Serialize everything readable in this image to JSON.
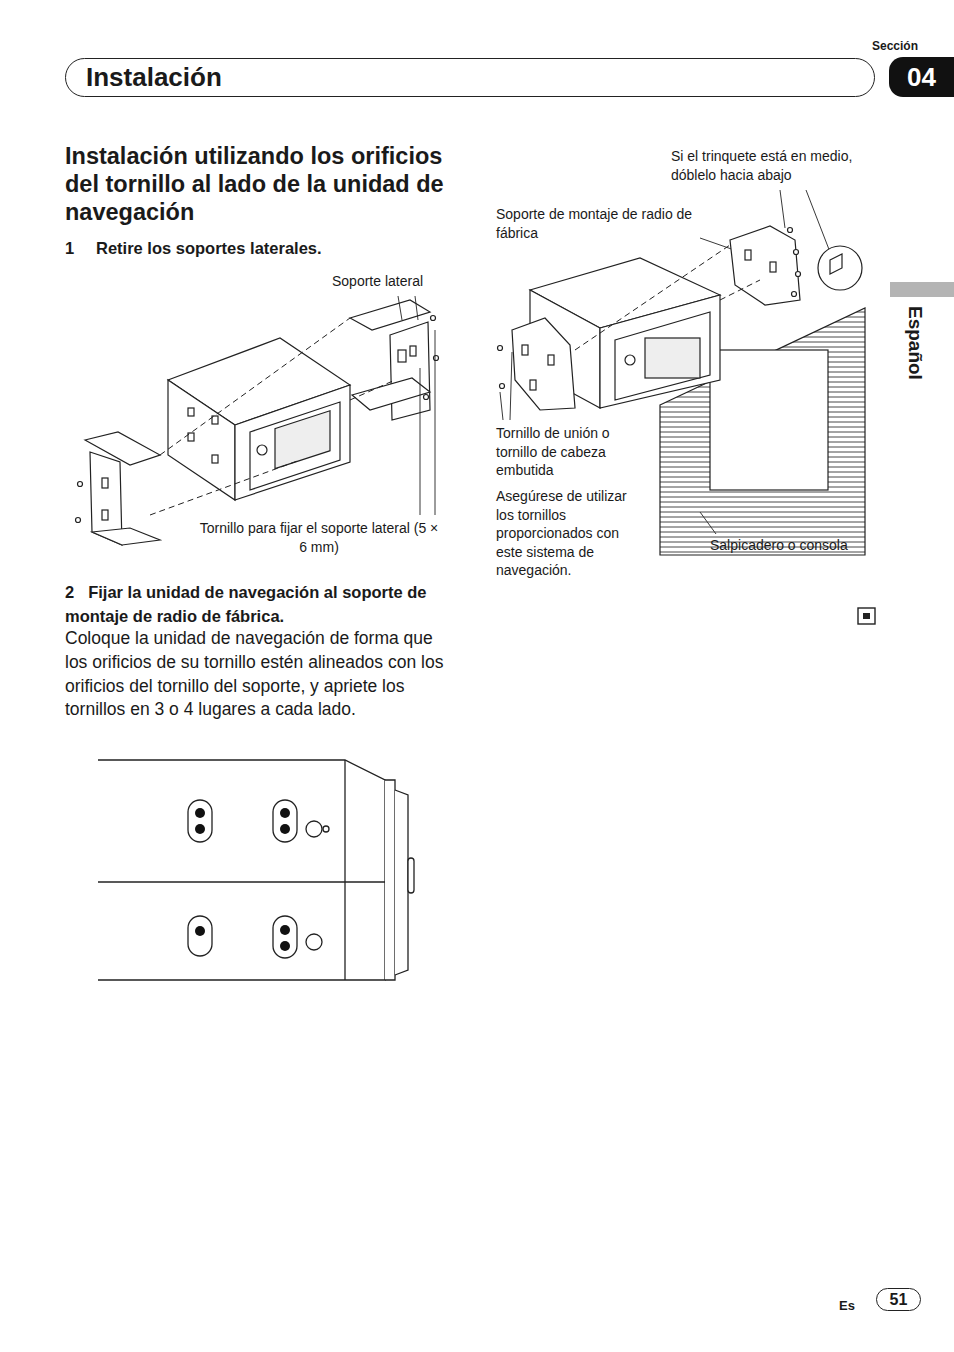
{
  "diagram": {
    "title": "Instalación utilizando los orificios del tornillo al lado de la unidad de navegación",
    "nodes": [
      {
        "text": [
          "Instalación"
        ]
      },
      {
        "text": [
          "04"
        ]
      },
      {
        "text": [
          "Español"
        ]
      },
      {
        "text": [
          "51"
        ]
      }
    ],
    "labels": [
      "Sección",
      "1",
      "Retire los soportes laterales.",
      "Soporte lateral",
      "Tornillo para fijar el soporte lateral (5 × 6 mm)",
      "2",
      "Fijar la unidad de navegación al soporte de montaje de radio de fábrica.",
      "Coloque la unidad de navegación de forma que los orificios de su tornillo estén alineados con los orificios del tornillo del soporte, y apriete los tornillos en 3 o 4 lugares a cada lado.",
      "Si el trinquete está en medio, dóblelo hacia abajo",
      "Soporte de montaje de radio de fábrica",
      "Tornillo de unión o tornillo de cabeza embutida",
      "Asegúrese de utilizar los tornillos proporcionados con este sistema de navegación.",
      "Salpicadero o consola",
      "Es"
    ]
  }
}
